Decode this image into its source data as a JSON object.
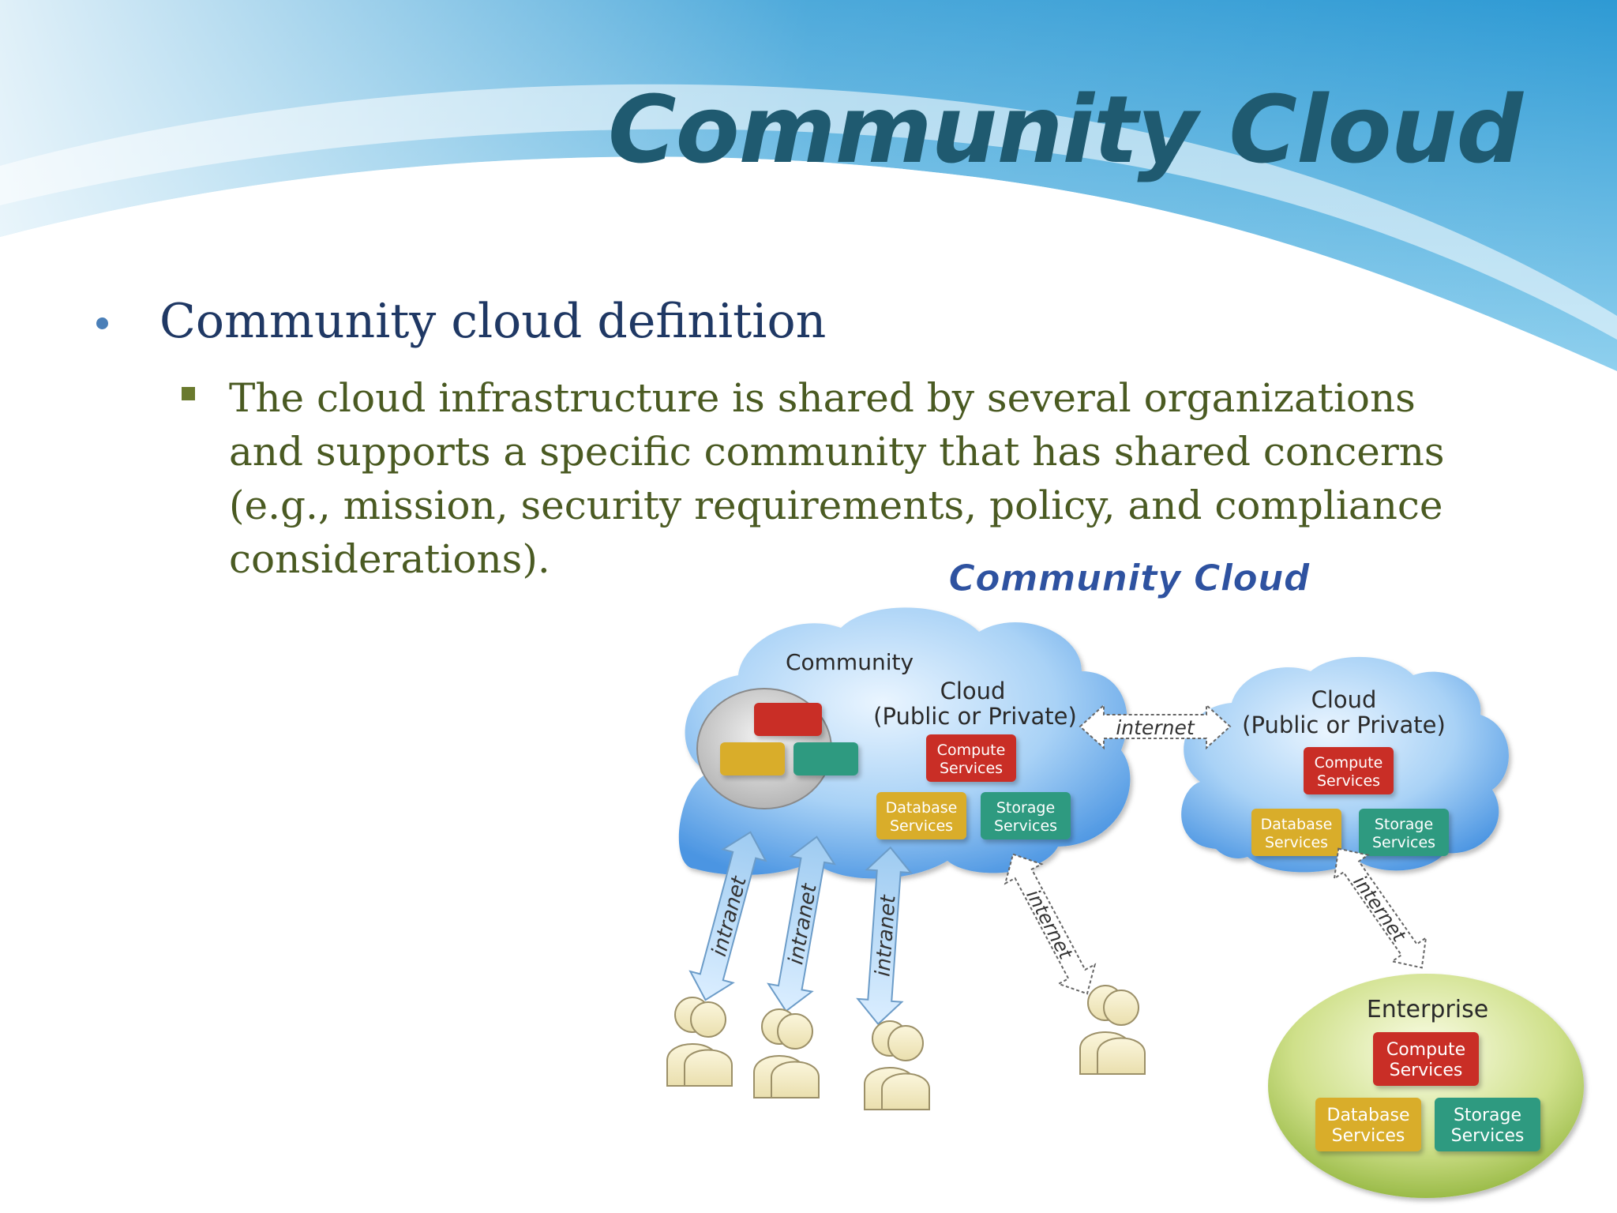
{
  "slide": {
    "title": "Community Cloud",
    "bullet": "Community cloud definition",
    "sub_bullet": "The cloud infrastructure is shared by several organizations and supports a specific community that has shared concerns (e.g., mission, security requirements, policy, and compliance considerations)."
  },
  "diagram": {
    "title": "Community Cloud",
    "community_cloud": {
      "label_community": "Community",
      "label_cloud": "Cloud",
      "label_type": "(Public or Private)",
      "compute": [
        "Compute",
        "Services"
      ],
      "database": [
        "Database",
        "Services"
      ],
      "storage": [
        "Storage",
        "Services"
      ]
    },
    "other_cloud": {
      "label_cloud": "Cloud",
      "label_type": "(Public or Private)",
      "compute": [
        "Compute",
        "Services"
      ],
      "database": [
        "Database",
        "Services"
      ],
      "storage": [
        "Storage",
        "Services"
      ]
    },
    "enterprise": {
      "label": "Enterprise",
      "compute": [
        "Compute",
        "Services"
      ],
      "database": [
        "Database",
        "Services"
      ],
      "storage": [
        "Storage",
        "Services"
      ]
    },
    "links": {
      "internet": "internet",
      "intranet": "intranet"
    }
  },
  "colors": {
    "title": "#1f5a70",
    "bullet_text": "#1f3864",
    "sub_text": "#4a5a22",
    "compute": "#c92d27",
    "database": "#d9ad2b",
    "storage": "#2f9a80"
  }
}
